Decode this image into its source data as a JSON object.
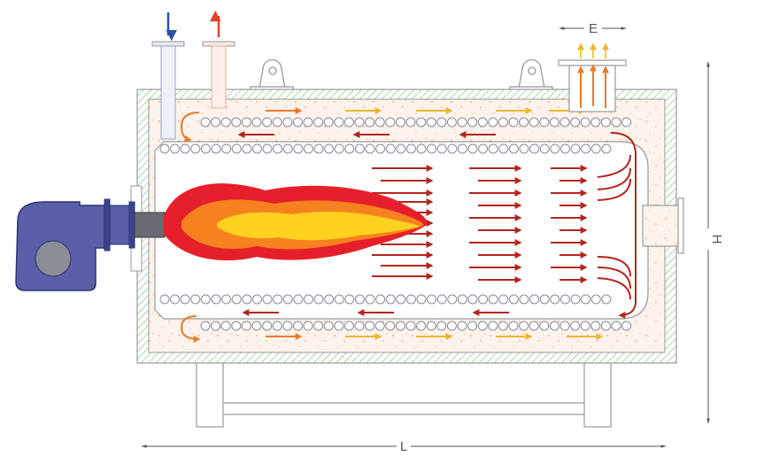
{
  "dimensions": {
    "length_label": "L",
    "height_label": "H",
    "exhaust_width_label": "E"
  },
  "colors": {
    "jacket": "#7cc47c",
    "insulation": "#f6e6da",
    "shell": "#999999",
    "tube": "#8a8a9a",
    "burner": "#5a5fa8",
    "burner_dark": "#2f3470",
    "flame_red": "#e6202a",
    "flame_orange": "#f5821f",
    "flame_yellow": "#ffd21f",
    "arrow_dark_red": "#b3261e",
    "arrow_orange": "#e87a2a",
    "arrow_yellow": "#e8b830",
    "water_inlet": "#2b4ea8",
    "steam_outlet": "#e0452a",
    "exhaust": "#f2d02a"
  },
  "icons": {
    "inlet": "arrow-down-icon",
    "outlet": "arrow-up-icon",
    "exhaust": "arrow-up-icon"
  }
}
